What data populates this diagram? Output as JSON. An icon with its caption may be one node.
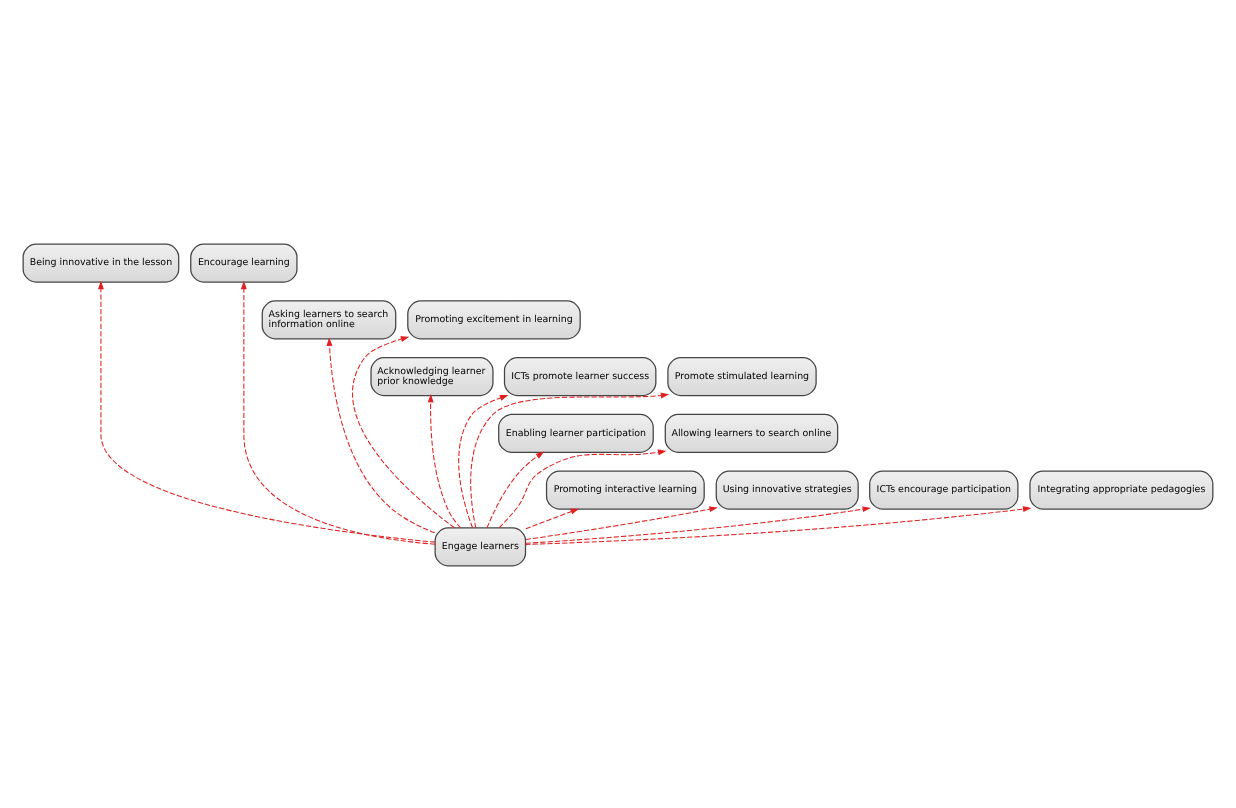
{
  "diagram": {
    "nodes": [
      {
        "text": [
          "Being innovative in the lesson"
        ]
      },
      {
        "text": [
          "Encourage learning"
        ]
      },
      {
        "text": [
          "Asking learners to search information online"
        ]
      },
      {
        "text": [
          "Promoting excitement in learning"
        ]
      },
      {
        "text": [
          "Acknowledging learner prior knowledge"
        ]
      },
      {
        "text": [
          "ICTs promote learner success"
        ]
      },
      {
        "text": [
          "Promote stimulated learning"
        ]
      },
      {
        "text": [
          "Enabling learner participation"
        ]
      },
      {
        "text": [
          "Allowing learners to search online"
        ]
      },
      {
        "text": [
          "Promoting interactive learning"
        ]
      },
      {
        "text": [
          "Using innovative strategies"
        ]
      },
      {
        "text": [
          "ICTs encourage participation"
        ]
      },
      {
        "text": [
          "Integrating appropriate pedagogies"
        ]
      },
      {
        "text": [
          "Engage learners"
        ]
      }
    ],
    "edges": [
      {
        "from": 13,
        "to": 0,
        "arrow": "to",
        "style": "dashed"
      },
      {
        "from": 13,
        "to": 1,
        "arrow": "to",
        "style": "dashed"
      },
      {
        "from": 13,
        "to": 2,
        "arrow": "to",
        "style": "dashed"
      },
      {
        "from": 13,
        "to": 3,
        "arrow": "to",
        "style": "dashed"
      },
      {
        "from": 13,
        "to": 4,
        "arrow": "to",
        "style": "dashed"
      },
      {
        "from": 13,
        "to": 5,
        "arrow": "to",
        "style": "dashed"
      },
      {
        "from": 13,
        "to": 6,
        "arrow": "to",
        "style": "dashed"
      },
      {
        "from": 13,
        "to": 7,
        "arrow": "to",
        "style": "dashed"
      },
      {
        "from": 13,
        "to": 8,
        "arrow": "to",
        "style": "dashed"
      },
      {
        "from": 13,
        "to": 9,
        "arrow": "to",
        "style": "dashed"
      },
      {
        "from": 13,
        "to": 10,
        "arrow": "to",
        "style": "dashed"
      },
      {
        "from": 13,
        "to": 11,
        "arrow": "to",
        "style": "dashed"
      },
      {
        "from": 13,
        "to": 12,
        "arrow": "to",
        "style": "dashed"
      }
    ]
  }
}
